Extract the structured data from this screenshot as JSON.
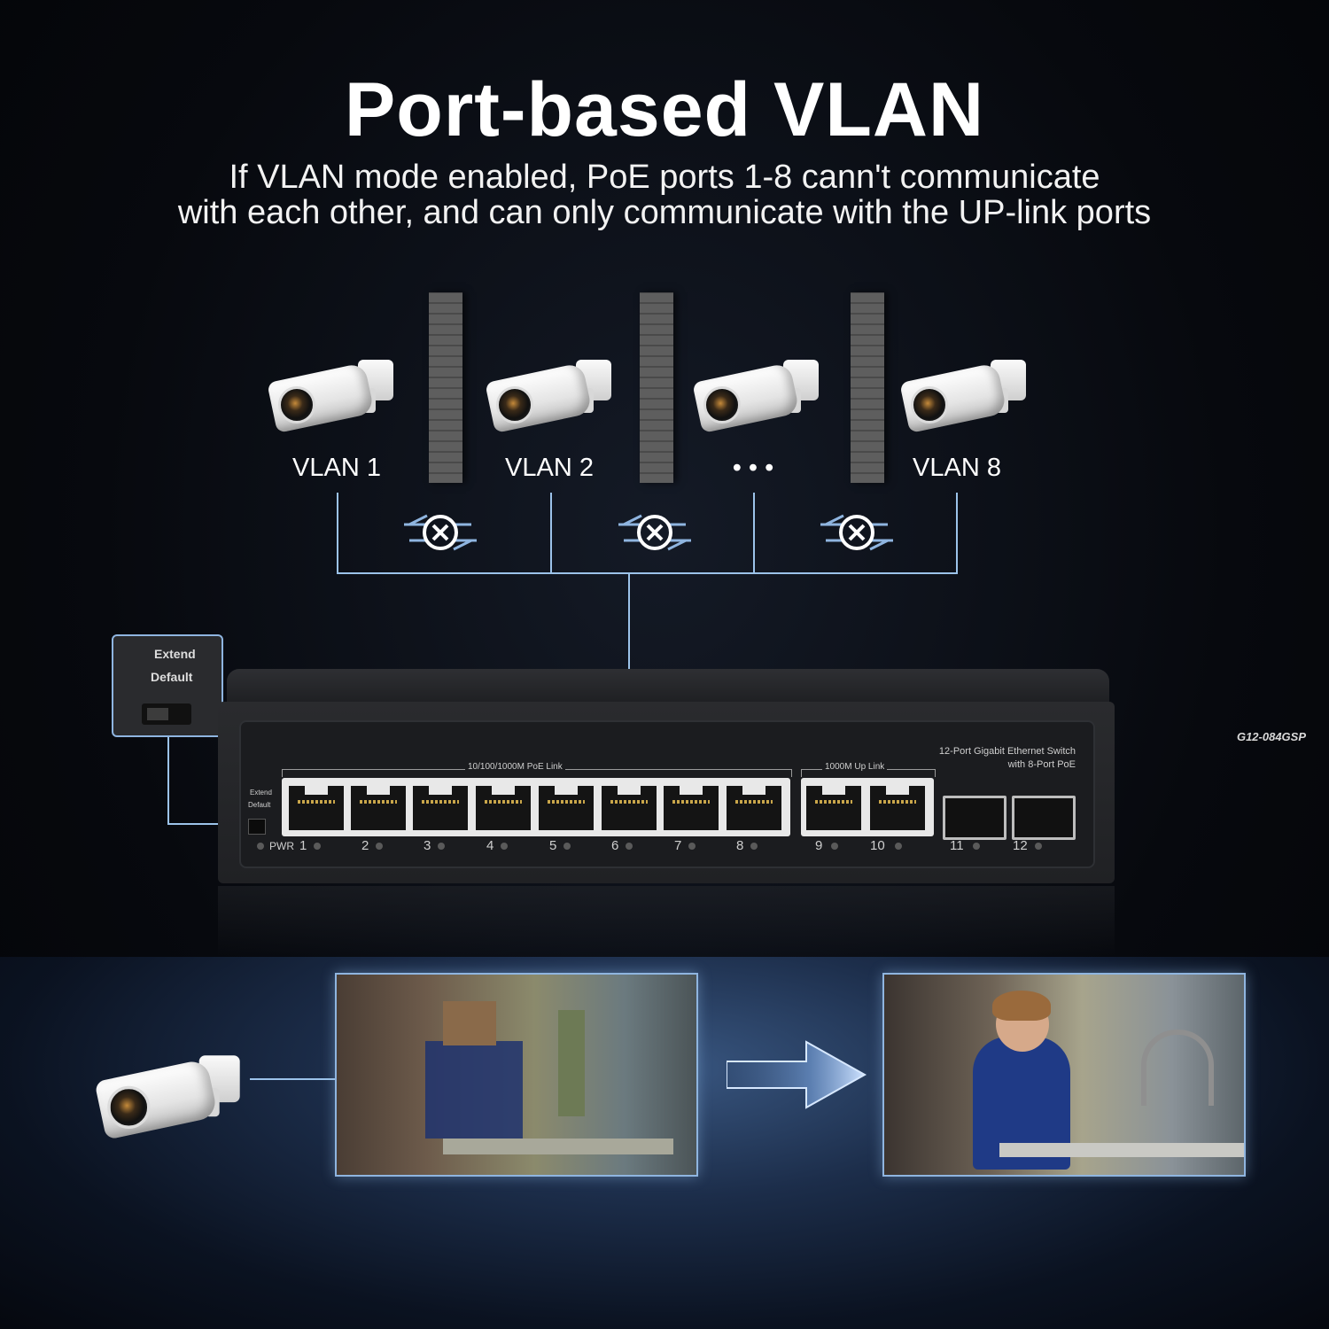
{
  "heading": {
    "title": "Port-based VLAN",
    "subtitle_line1": "If VLAN mode enabled, PoE ports 1-8 cann't communicate",
    "subtitle_line2": "with each other, and can only communicate with the UP-link ports"
  },
  "vlans": [
    {
      "label": "VLAN 1"
    },
    {
      "label": "VLAN 2"
    },
    {
      "label": "• • •"
    },
    {
      "label": "VLAN 8"
    }
  ],
  "inset": {
    "extend": "Extend",
    "default": "Default"
  },
  "switch": {
    "model": "G12-084GSP",
    "desc_line1": "12-Port Gigabit Ethernet Switch",
    "desc_line2": "with 8-Port PoE",
    "poe_group_label": "10/100/1000M PoE Link",
    "uplink_group_label": "1000M  Up Link",
    "extend": "Extend",
    "default": "Default",
    "pwr": "PWR",
    "ports": [
      "1",
      "2",
      "3",
      "4",
      "5",
      "6",
      "7",
      "8",
      "9",
      "10",
      "11",
      "12"
    ]
  },
  "colors": {
    "accent_line": "#9cc3ea",
    "background": "#07090e"
  },
  "icons": [
    "camera-icon",
    "brick-wall-icon",
    "blocked-transfer-icon",
    "arrow-right-icon"
  ]
}
